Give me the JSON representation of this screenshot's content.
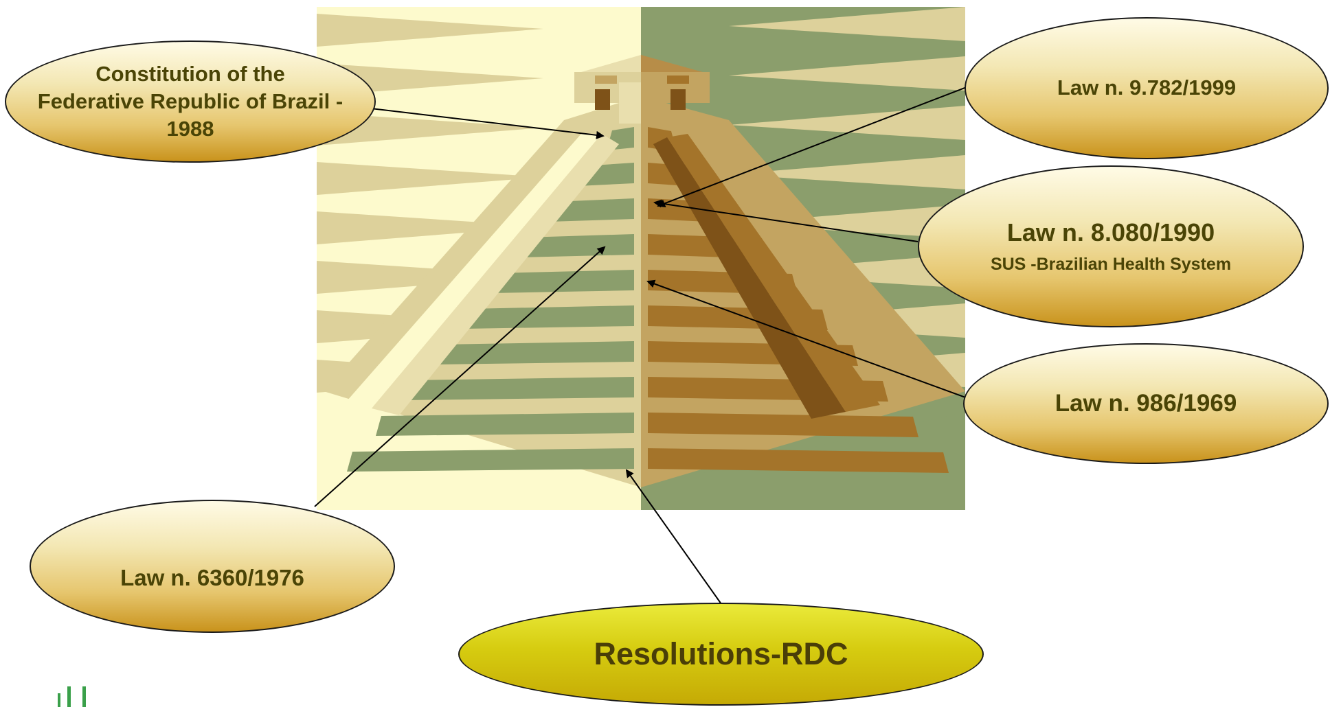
{
  "callouts": {
    "constitution": [
      "Constitution of the",
      "Federative Republic of Brazil -",
      "1988"
    ],
    "law_9782": "Law n. 9.782/1999",
    "law_8080": {
      "title": "Law n. 8.080/1990",
      "subtitle": "SUS -Brazilian Health System"
    },
    "law_986": "Law n. 986/1969",
    "law_6360": "Law n. 6360/1976",
    "resolutions": "Resolutions-RDC"
  },
  "colors": {
    "sky_left": "#fdfacd",
    "sky_right": "#8b9e6c",
    "stone_light": "#ddd19b",
    "stone_mid": "#c3a461",
    "stone_dark": "#a4742a",
    "step_green": "#8b9e6c",
    "bubble_gold": "#c9931c",
    "bubble_rdc": "#d6cc10",
    "text": "#4a4406",
    "logo_green": "#3aa04a"
  },
  "icons": [
    "pyramid-picture",
    "anvisa-logo-fragment"
  ]
}
